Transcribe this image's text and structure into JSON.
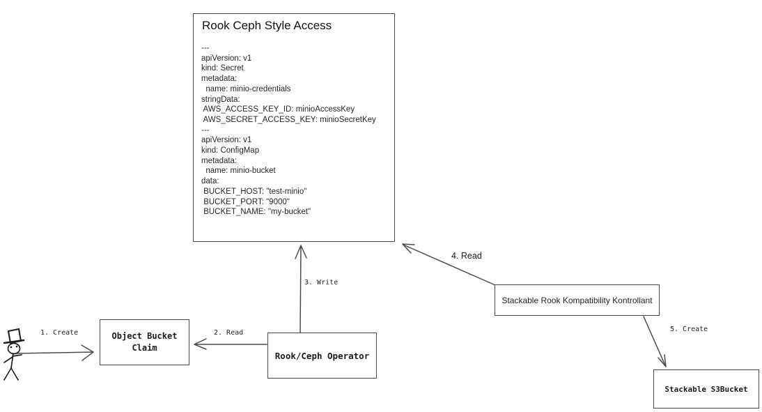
{
  "diagram": {
    "main_box": {
      "title": "Rook Ceph Style Access",
      "yaml": "---\napiVersion: v1\nkind: Secret\nmetadata:\n  name: minio-credentials\nstringData:\n AWS_ACCESS_KEY_ID: minioAccessKey\n AWS_SECRET_ACCESS_KEY: minioSecretKey\n---\napiVersion: v1\nkind: ConfigMap\nmetadata:\n  name: minio-bucket\ndata:\n BUCKET_HOST: \"test-minio\"\n BUCKET_PORT: \"9000\"\n BUCKET_NAME: \"my-bucket\""
    },
    "nodes": {
      "actor": {
        "icon": "stick-figure-top-hat-icon",
        "role": "user"
      },
      "object_bucket_claim": {
        "label": "Object Bucket Claim"
      },
      "rook_ceph_operator": {
        "label": "Rook/Ceph Operator"
      },
      "kontrollant": {
        "label": "Stackable Rook Kompatibility Kontrollant"
      },
      "s3bucket": {
        "label": "Stackable S3Bucket"
      }
    },
    "edges": [
      {
        "label": "1. Create",
        "from": "user",
        "to": "object-bucket-claim"
      },
      {
        "label": "2. Read",
        "from": "rook-ceph-operator",
        "to": "object-bucket-claim"
      },
      {
        "label": "3. Write",
        "from": "rook-ceph-operator",
        "to": "rook-ceph-style-access"
      },
      {
        "label": "4. Read",
        "from": "stackable-rook-kompatibility-kontrollant",
        "to": "rook-ceph-style-access"
      },
      {
        "label": "5. Create",
        "from": "stackable-rook-kompatibility-kontrollant",
        "to": "stackable-s3bucket"
      }
    ],
    "colors": {
      "background": "#ffffff",
      "line": "#4a4a4a",
      "text": "#1a1a1a"
    }
  }
}
